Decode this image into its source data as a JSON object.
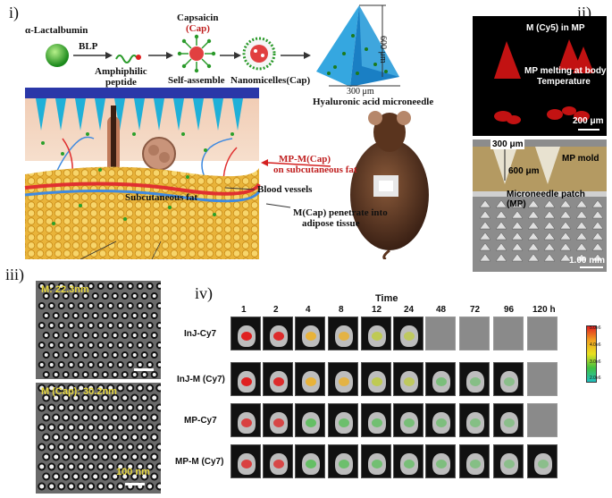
{
  "panels": {
    "i": "i)",
    "ii": "ii)",
    "iii": "iii)",
    "iv": "iv)"
  },
  "panel_i": {
    "lactalbumin": "α-Lactalbumin",
    "blp": "BLP",
    "capsaicin_line1": "Capsaicin",
    "capsaicin_line2": "(Cap)",
    "amphiphilic_line1": "Amphiphilic",
    "amphiphilic_line2": "peptide",
    "self_assemble": "Self-assemble",
    "nanomicelles": "Nanomicelles(Cap)",
    "height_label": "600 μm",
    "width_label": "300 μm",
    "microneedle": "Hyaluronic acid microneedle",
    "mp_m_line1": "MP-M(Cap)",
    "mp_m_line2": "on subcutaneous fat",
    "subcutaneous": "Subcutaneous fat",
    "blood_vessels": "Blood vessels",
    "penetrate_line1": "M(Cap) penetrate into",
    "penetrate_line2": "adipose tissue"
  },
  "panel_ii": {
    "fluor_title": "M (Cy5) in MP",
    "melting_line1": "MP melting at body",
    "melting_line2": "Temperature",
    "fluor_scale": "200 μm",
    "sem_width": "300 μm",
    "sem_height": "600 μm",
    "mold": "MP mold",
    "patch": "Microneedle patch (MP)",
    "sem_scale": "1.00 mm"
  },
  "panel_iii": {
    "top_label": "M: 22.3nm",
    "bottom_label": "M (Cap): 30.2nm",
    "scale": "100 nm"
  },
  "panel_iv": {
    "time_title": "Time",
    "timepoints": [
      "1",
      "2",
      "4",
      "8",
      "12",
      "24",
      "48",
      "72",
      "96",
      "120 h"
    ],
    "rows": [
      "InJ-Cy7",
      "InJ-M (Cy7)",
      "MP-Cy7",
      "MP-M (Cy7)"
    ],
    "colorbar": [
      "5.0e6",
      "4.0e6",
      "3.0e6",
      "2.0e6"
    ]
  }
}
